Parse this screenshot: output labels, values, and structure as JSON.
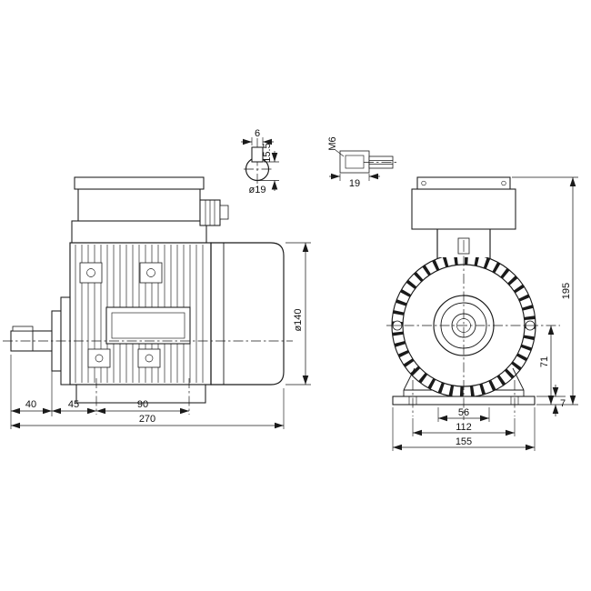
{
  "drawing": {
    "background": "#ffffff",
    "line_color": "#1a1a1a"
  },
  "keyway_section": {
    "key_width": "6",
    "keyway_depth": "15.5",
    "shaft_diameter": "ø19"
  },
  "key_detail": {
    "thread": "M6",
    "key_length": "19"
  },
  "side_view": {
    "shaft_length": "40",
    "shaft_to_foot_hole": "45",
    "foot_hole_spacing": "90",
    "overall_length": "270",
    "frame_diameter": "ø140"
  },
  "front_view": {
    "overall_height": "195",
    "shaft_center_height": "71",
    "foot_hole_half_spacing": "56",
    "foot_hole_spacing": "112",
    "foot_width": "155",
    "foot_thickness": "7"
  }
}
